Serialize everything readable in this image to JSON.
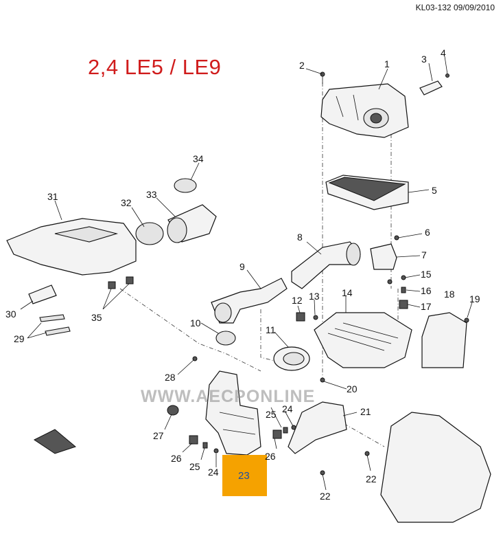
{
  "header": {
    "doc_id": "KL03-132 09/09/2010"
  },
  "title": {
    "engine": "2,4 LE5 / LE9"
  },
  "watermark": {
    "text": "WWW.AECPONLINE"
  },
  "highlight": {
    "label": "23",
    "color": "#f5a200",
    "label_color": "#1f4fa3"
  },
  "callouts": {
    "c1": "1",
    "c2": "2",
    "c3": "3",
    "c4": "4",
    "c5": "5",
    "c6": "6",
    "c7": "7",
    "c8": "8",
    "c9": "9",
    "c10": "10",
    "c11": "11",
    "c12": "12",
    "c13": "13",
    "c14": "14",
    "c15": "15",
    "c16": "16",
    "c17": "17",
    "c18": "18",
    "c19": "19",
    "c20": "20",
    "c21": "21",
    "c22a": "22",
    "c22b": "22",
    "c24a": "24",
    "c24b": "24",
    "c25a": "25",
    "c25b": "25",
    "c26a": "26",
    "c26b": "26",
    "c27": "27",
    "c28": "28",
    "c29": "29",
    "c30": "30",
    "c31": "31",
    "c32": "32",
    "c33": "33",
    "c34": "34",
    "c35": "35"
  },
  "colors": {
    "title_red": "#d01c1c",
    "ink": "#111111"
  }
}
